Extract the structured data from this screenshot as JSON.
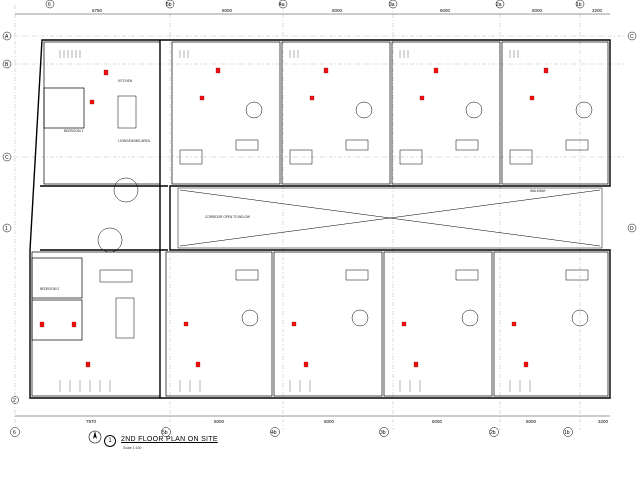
{
  "drawing": {
    "title": "2ND FLOOR PLAN ON SITE",
    "scale": "Scale 1:100",
    "view_number": "1"
  },
  "grid_top": {
    "labels": [
      "6",
      "5b",
      "4a",
      "3a",
      "2a",
      "1b"
    ],
    "dims": [
      "6750",
      "6000",
      "6000",
      "6000",
      "6000",
      "3200"
    ]
  },
  "grid_bottom": {
    "labels": [
      "6",
      "5b",
      "4b",
      "3b",
      "2b",
      "1b"
    ],
    "dims": [
      "7970",
      "6000",
      "6000",
      "6000",
      "6000",
      "3200"
    ]
  },
  "grid_left": {
    "labels": [
      "A",
      "B",
      "C",
      "1",
      "2"
    ]
  },
  "grid_right": {
    "labels": [
      "C",
      "D"
    ]
  },
  "room_labels": {
    "kitchen": "KITCHEN",
    "bedroom1": "BEDROOM 1",
    "bedroom2": "BEDROOM 2",
    "living": "LIVING/DINING AREA",
    "void": "CORRIDOR OPEN TO BELOW",
    "walkway": "WALKWAY"
  }
}
